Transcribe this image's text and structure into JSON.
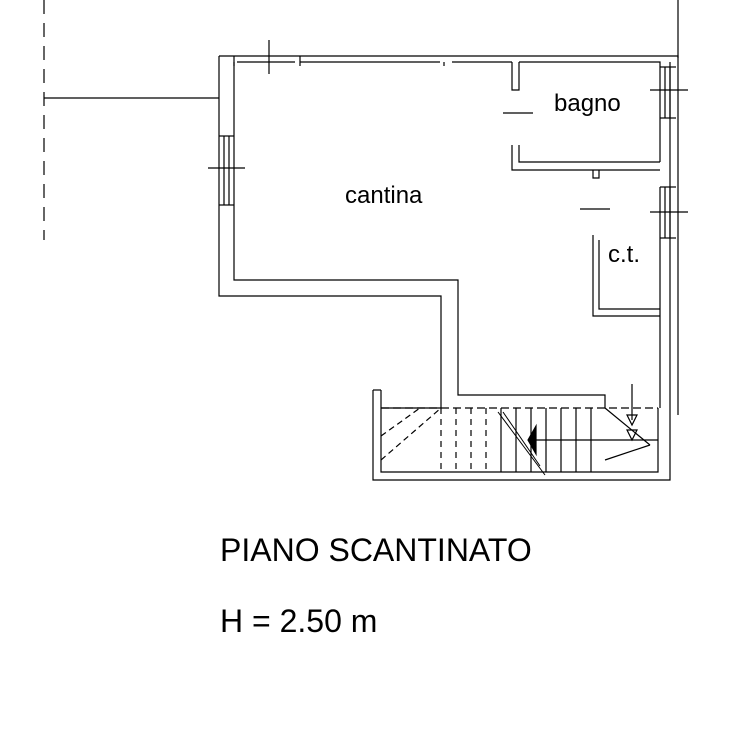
{
  "rooms": {
    "cantina": "cantina",
    "bagno": "bagno",
    "ct": "c.t."
  },
  "caption": {
    "title": "PIANO SCANTINATO",
    "height": "H = 2.50 m"
  }
}
